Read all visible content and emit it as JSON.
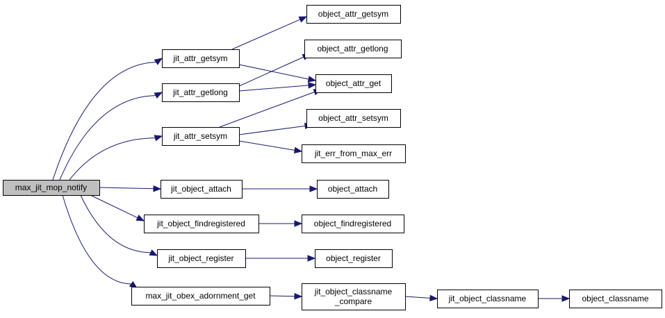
{
  "graph": {
    "nodes": [
      {
        "id": "max_jit_mop_notify",
        "lines": [
          "max_jit_mop_notify"
        ],
        "root": true
      },
      {
        "id": "jit_attr_getsym",
        "lines": [
          "jit_attr_getsym"
        ]
      },
      {
        "id": "jit_attr_getlong",
        "lines": [
          "jit_attr_getlong"
        ]
      },
      {
        "id": "jit_attr_setsym",
        "lines": [
          "jit_attr_setsym"
        ]
      },
      {
        "id": "jit_object_attach",
        "lines": [
          "jit_object_attach"
        ]
      },
      {
        "id": "jit_object_findregistered",
        "lines": [
          "jit_object_findregistered"
        ]
      },
      {
        "id": "jit_object_register",
        "lines": [
          "jit_object_register"
        ]
      },
      {
        "id": "max_jit_obex_adornment_get",
        "lines": [
          "max_jit_obex_adornment_get"
        ]
      },
      {
        "id": "object_attr_getsym",
        "lines": [
          "object_attr_getsym"
        ]
      },
      {
        "id": "object_attr_getlong",
        "lines": [
          "object_attr_getlong"
        ]
      },
      {
        "id": "object_attr_get",
        "lines": [
          "object_attr_get"
        ]
      },
      {
        "id": "object_attr_setsym",
        "lines": [
          "object_attr_setsym"
        ]
      },
      {
        "id": "jit_err_from_max_err",
        "lines": [
          "jit_err_from_max_err"
        ]
      },
      {
        "id": "object_attach",
        "lines": [
          "object_attach"
        ]
      },
      {
        "id": "object_findregistered",
        "lines": [
          "object_findregistered"
        ]
      },
      {
        "id": "object_register",
        "lines": [
          "object_register"
        ]
      },
      {
        "id": "jit_object_classname_compare",
        "lines": [
          "jit_object_classname",
          "_compare"
        ]
      },
      {
        "id": "jit_object_classname",
        "lines": [
          "jit_object_classname"
        ]
      },
      {
        "id": "object_classname",
        "lines": [
          "object_classname"
        ]
      }
    ],
    "edges": [
      {
        "from": "max_jit_mop_notify",
        "to": "jit_attr_getsym"
      },
      {
        "from": "max_jit_mop_notify",
        "to": "jit_attr_getlong"
      },
      {
        "from": "max_jit_mop_notify",
        "to": "jit_attr_setsym"
      },
      {
        "from": "max_jit_mop_notify",
        "to": "jit_object_attach"
      },
      {
        "from": "max_jit_mop_notify",
        "to": "jit_object_findregistered"
      },
      {
        "from": "max_jit_mop_notify",
        "to": "jit_object_register"
      },
      {
        "from": "max_jit_mop_notify",
        "to": "max_jit_obex_adornment_get"
      },
      {
        "from": "jit_attr_getsym",
        "to": "object_attr_getsym"
      },
      {
        "from": "jit_attr_getsym",
        "to": "object_attr_get"
      },
      {
        "from": "jit_attr_getlong",
        "to": "object_attr_getlong"
      },
      {
        "from": "jit_attr_getlong",
        "to": "object_attr_get"
      },
      {
        "from": "jit_attr_setsym",
        "to": "object_attr_get"
      },
      {
        "from": "jit_attr_setsym",
        "to": "object_attr_setsym"
      },
      {
        "from": "jit_attr_setsym",
        "to": "jit_err_from_max_err"
      },
      {
        "from": "jit_object_attach",
        "to": "object_attach"
      },
      {
        "from": "jit_object_findregistered",
        "to": "object_findregistered"
      },
      {
        "from": "jit_object_register",
        "to": "object_register"
      },
      {
        "from": "max_jit_obex_adornment_get",
        "to": "jit_object_classname_compare"
      },
      {
        "from": "jit_object_classname_compare",
        "to": "jit_object_classname"
      },
      {
        "from": "jit_object_classname",
        "to": "object_classname"
      }
    ],
    "colors": {
      "edge": "#191970",
      "root_fill": "#bfbfbf",
      "node_fill": "#ffffff",
      "border": "#000000"
    }
  }
}
